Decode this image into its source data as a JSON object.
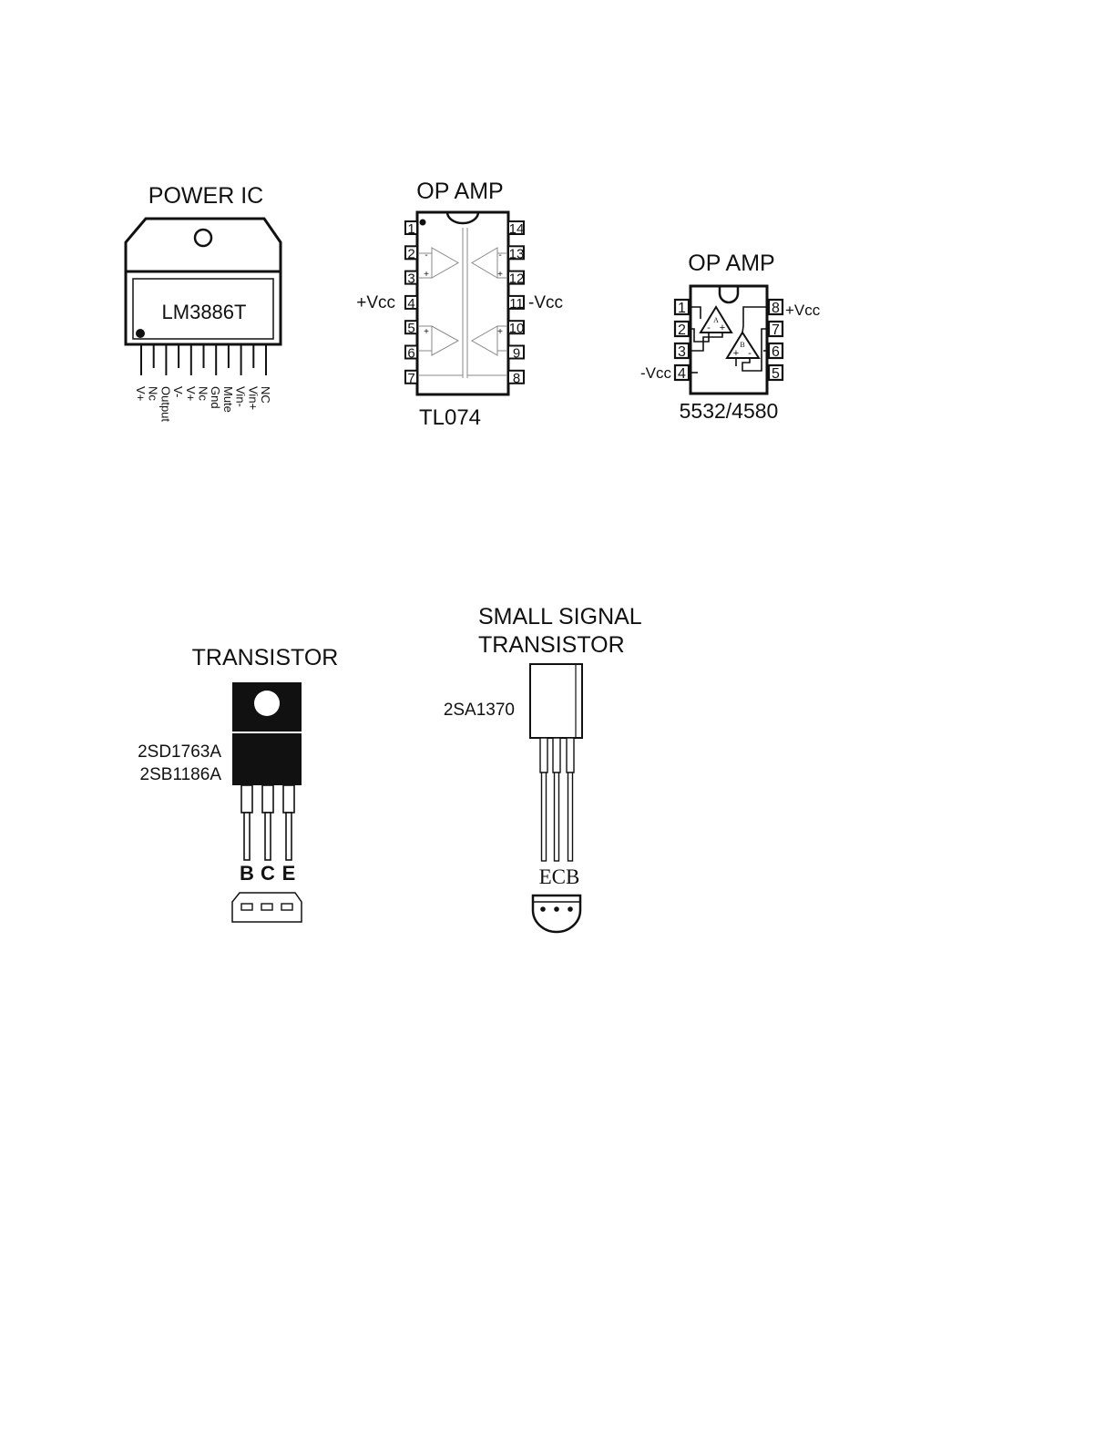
{
  "power_ic": {
    "title": "POWER IC",
    "part": "LM3886T",
    "pins": [
      "V+",
      "Nc",
      "Output",
      "V-",
      "V+",
      "Nc",
      "Gnd",
      "Mute",
      "Vin-",
      "Vin+",
      "NC"
    ]
  },
  "tl074": {
    "title": "OP AMP",
    "part": "TL074",
    "pins_left": [
      "1",
      "2",
      "3",
      "4",
      "5",
      "6",
      "7"
    ],
    "pins_right": [
      "14",
      "13",
      "12",
      "11",
      "10",
      "9",
      "8"
    ],
    "vcc_pos": "+Vcc",
    "vcc_neg": "-Vcc"
  },
  "op8": {
    "title": "OP AMP",
    "part": "5532/4580",
    "pins_left": [
      "1",
      "2",
      "3",
      "4"
    ],
    "pins_right": [
      "8",
      "7",
      "6",
      "5"
    ],
    "vcc_pos": "+Vcc",
    "vcc_neg": "-Vcc",
    "amp_a": "A",
    "amp_b": "B"
  },
  "power_transistor": {
    "title": "TRANSISTOR",
    "part1": "2SD1763A",
    "part2": "2SB1186A",
    "pin_b": "B",
    "pin_c": "C",
    "pin_e": "E"
  },
  "small_transistor": {
    "title_line1": "SMALL SIGNAL",
    "title_line2": "TRANSISTOR",
    "part": "2SA1370",
    "pinout": "ECB"
  }
}
